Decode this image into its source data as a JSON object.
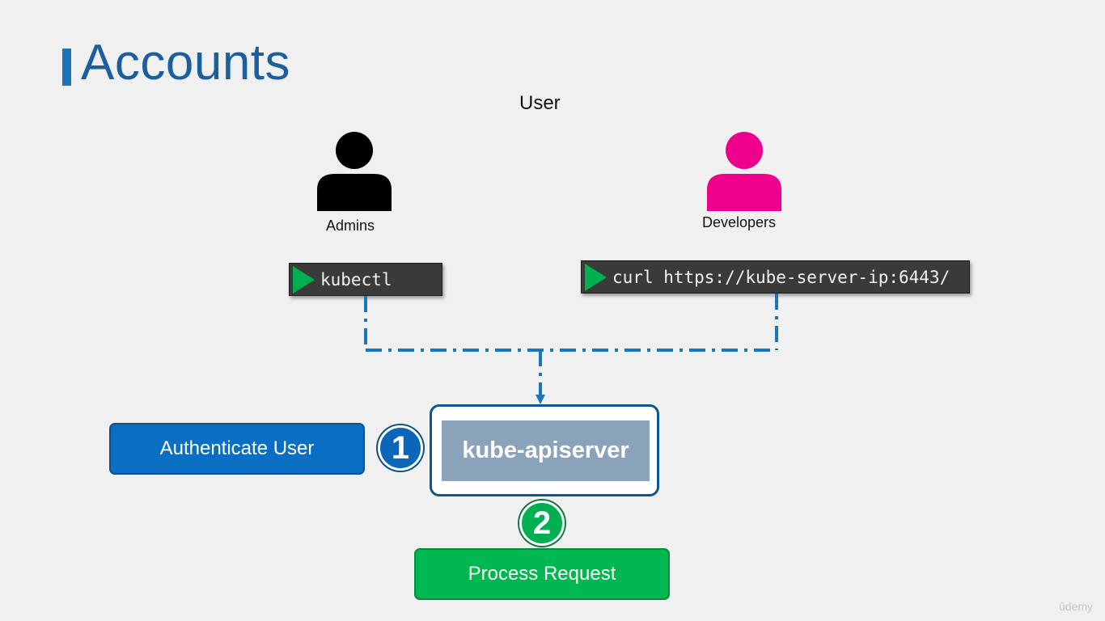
{
  "title": "Accounts",
  "section_label": "User",
  "admins": {
    "label": "Admins",
    "icon": "person-icon",
    "color": "#000000"
  },
  "developers": {
    "label": "Developers",
    "icon": "person-icon",
    "color": "#ec008c"
  },
  "terminals": {
    "admins_cmd": "kubectl",
    "developers_cmd": "curl https://kube-server-ip:6443/"
  },
  "apiserver": {
    "label": "kube-apiserver"
  },
  "steps": [
    {
      "number": "1",
      "label": "Authenticate User",
      "color": "#0a6fc2"
    },
    {
      "number": "2",
      "label": "Process Request",
      "color": "#00b84f"
    }
  ],
  "watermark": "ûdemy"
}
